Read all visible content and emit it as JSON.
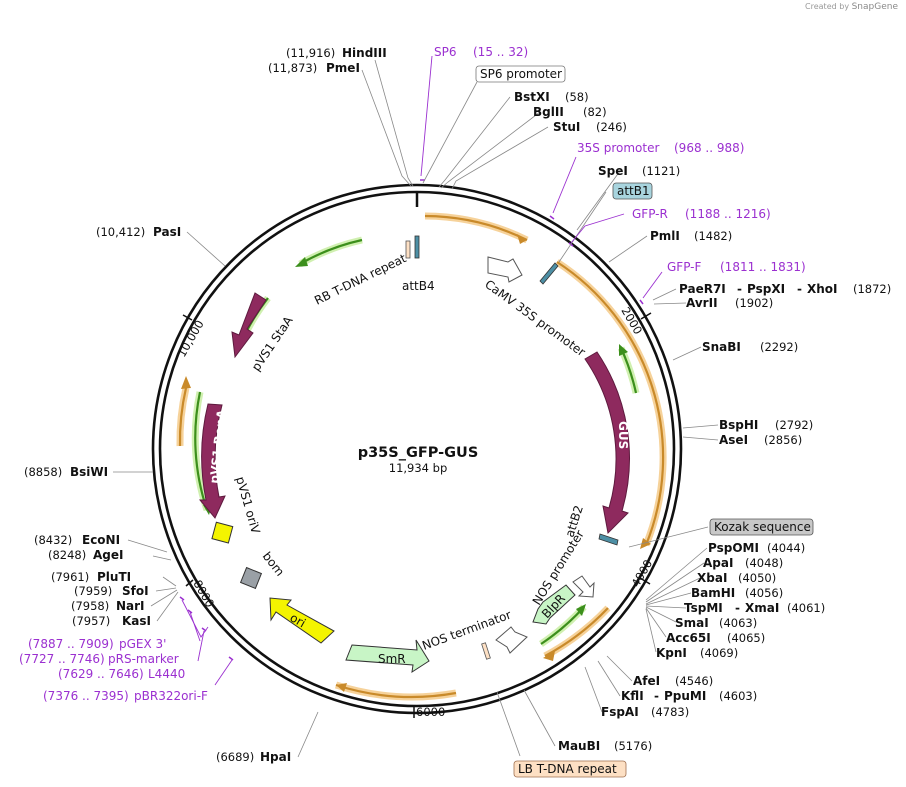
{
  "credit": {
    "prefix": "Created by",
    "brand": "SnapGene"
  },
  "plasmid": {
    "name": "p35S_GFP-GUS",
    "size": "11,934 bp",
    "length": 11934
  },
  "ticks": [
    {
      "label": "2000",
      "pos": 2000
    },
    {
      "label": "4000",
      "pos": 4000
    },
    {
      "label": "6000",
      "pos": 6000
    },
    {
      "label": "8000",
      "pos": 8000
    },
    {
      "label": "10,000",
      "pos": 10000
    }
  ],
  "enzymes": [
    {
      "name": "HindIII",
      "num": "(11,916)",
      "site": 11916
    },
    {
      "name": "PmeI",
      "num": "(11,873)",
      "site": 11873
    },
    {
      "name": "BstXI",
      "num": "(58)",
      "site": 58
    },
    {
      "name": "BglII",
      "num": "(82)",
      "site": 82
    },
    {
      "name": "StuI",
      "num": "(246)",
      "site": 246
    },
    {
      "name": "SpeI",
      "num": "(1121)",
      "site": 1121
    },
    {
      "name": "PmlI",
      "num": "(1482)",
      "site": 1482
    },
    {
      "name": "PaeR7I",
      "name2": "PspXI",
      "name3": "XhoI",
      "num": "(1872)",
      "site": 1872
    },
    {
      "name": "AvrII",
      "num": "(1902)",
      "site": 1902
    },
    {
      "name": "SnaBI",
      "num": "(2292)",
      "site": 2292
    },
    {
      "name": "BspHI",
      "num": "(2792)",
      "site": 2792
    },
    {
      "name": "AseI",
      "num": "(2856)",
      "site": 2856
    },
    {
      "name": "PspOMI",
      "num": "(4044)",
      "site": 4044
    },
    {
      "name": "ApaI",
      "num": "(4048)",
      "site": 4048
    },
    {
      "name": "XbaI",
      "num": "(4050)",
      "site": 4050
    },
    {
      "name": "BamHI",
      "num": "(4056)",
      "site": 4056
    },
    {
      "name": "TspMI",
      "name2": "XmaI",
      "num": "(4061)",
      "site": 4061
    },
    {
      "name": "SmaI",
      "num": "(4063)",
      "site": 4063
    },
    {
      "name": "Acc65I",
      "num": "(4065)",
      "site": 4065
    },
    {
      "name": "KpnI",
      "num": "(4069)",
      "site": 4069
    },
    {
      "name": "AfeI",
      "num": "(4546)",
      "site": 4546
    },
    {
      "name": "KflI",
      "name2": "PpuMI",
      "num": "(4603)",
      "site": 4603
    },
    {
      "name": "FspAI",
      "num": "(4783)",
      "site": 4783
    },
    {
      "name": "MauBI",
      "num": "(5176)",
      "site": 5176
    },
    {
      "name": "HpaI",
      "num": "(6689)",
      "site": 6689
    },
    {
      "name": "KasI",
      "num": "(7957)",
      "site": 7957
    },
    {
      "name": "NarI",
      "num": "(7958)",
      "site": 7958
    },
    {
      "name": "SfoI",
      "num": "(7959)",
      "site": 7959
    },
    {
      "name": "PluTI",
      "num": "(7961)",
      "site": 7961
    },
    {
      "name": "AgeI",
      "num": "(8248)",
      "site": 8248
    },
    {
      "name": "EcoNI",
      "num": "(8432)",
      "site": 8432
    },
    {
      "name": "BsiWI",
      "num": "(8858)",
      "site": 8858
    },
    {
      "name": "PasI",
      "num": "(10,412)",
      "site": 10412
    }
  ],
  "primers": [
    {
      "name": "SP6",
      "range": "(15 .. 32)"
    },
    {
      "name": "35S promoter",
      "range": "(968 .. 988)"
    },
    {
      "name": "GFP-R",
      "range": "(1188 .. 1216)"
    },
    {
      "name": "GFP-F",
      "range": "(1811 .. 1831)"
    },
    {
      "name": "pGEX 3'",
      "range": "(7887 .. 7909)"
    },
    {
      "name": "pRS-marker",
      "range": "(7727 .. 7746)"
    },
    {
      "name": "L4440",
      "range": "(7629 .. 7646)"
    },
    {
      "name": "pBR322ori-F",
      "range": "(7376 .. 7395)"
    }
  ],
  "boxed_labels": [
    {
      "name": "SP6 promoter",
      "color": "#ffffff"
    },
    {
      "name": "attB1",
      "color": "#a8d4de"
    },
    {
      "name": "Kozak sequence",
      "color": "#c8c8c8"
    },
    {
      "name": "LB T-DNA repeat",
      "color": "#fde0c4"
    }
  ],
  "features": [
    {
      "name": "RB T-DNA repeat"
    },
    {
      "name": "attB4"
    },
    {
      "name": "CaMV 35S promoter"
    },
    {
      "name": "GUS"
    },
    {
      "name": "attB2"
    },
    {
      "name": "NOS promoter"
    },
    {
      "name": "BlpR"
    },
    {
      "name": "NOS terminator"
    },
    {
      "name": "SmR"
    },
    {
      "name": "ori"
    },
    {
      "name": "bom"
    },
    {
      "name": "pVS1 oriV"
    },
    {
      "name": "pVS1 RepA"
    },
    {
      "name": "pVS1 StaA"
    }
  ],
  "colors": {
    "backbone": "#111111",
    "primer": "#9b30d0",
    "orf": "#8e2a5e",
    "marker": "#c8f5c6",
    "ori": "#f4f400",
    "bom": "#9aa0a6",
    "promoter": "#ffffff",
    "att": "#4d8fa5",
    "orange_arc": "#e8a040",
    "green_arc": "#4aa820"
  }
}
